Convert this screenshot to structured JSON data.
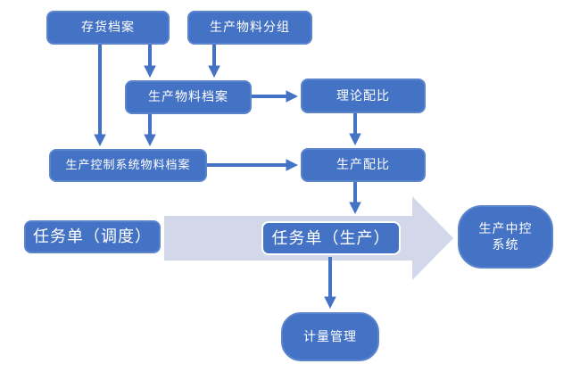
{
  "diagram": {
    "title": "production-material-flowchart",
    "colors": {
      "node_fill": "#4472C4",
      "node_border": "#5B84CC",
      "task_production_border": "#FFFFFF",
      "connector": "#4472C4",
      "band_arrow_fill": "#D2D7EA",
      "text": "#FFFFFF",
      "background": "#FFFFFF"
    },
    "nodes": {
      "inventory": {
        "label": "存货档案"
      },
      "material_group": {
        "label": "生产物料分组"
      },
      "prod_material": {
        "label": "生产物料档案"
      },
      "theoretical": {
        "label": "理论配比"
      },
      "control_material": {
        "label": "生产控制系统物料档案"
      },
      "prod_ratio": {
        "label": "生产配比"
      },
      "task_dispatch": {
        "label": "任务单（调度）"
      },
      "task_production": {
        "label": "任务单（生产）"
      },
      "central_control": {
        "lines": [
          "生产中控",
          "系统"
        ]
      },
      "metering": {
        "label": "计量管理"
      }
    },
    "edges": [
      {
        "from": "存货档案",
        "to": "生产物料档案"
      },
      {
        "from": "存货档案",
        "to": "生产控制系统物料档案"
      },
      {
        "from": "生产物料分组",
        "to": "生产物料档案"
      },
      {
        "from": "生产物料档案",
        "to": "理论配比"
      },
      {
        "from": "生产物料档案",
        "to": "生产控制系统物料档案"
      },
      {
        "from": "理论配比",
        "to": "生产配比"
      },
      {
        "from": "生产控制系统物料档案",
        "to": "生产配比"
      },
      {
        "from": "生产配比",
        "to": "任务单（生产）"
      },
      {
        "from": "任务单（生产）",
        "to": "计量管理"
      },
      {
        "from": "任务单（调度）/任务单（生产）",
        "to": "生产中控系统",
        "style": "band-arrow"
      }
    ]
  }
}
